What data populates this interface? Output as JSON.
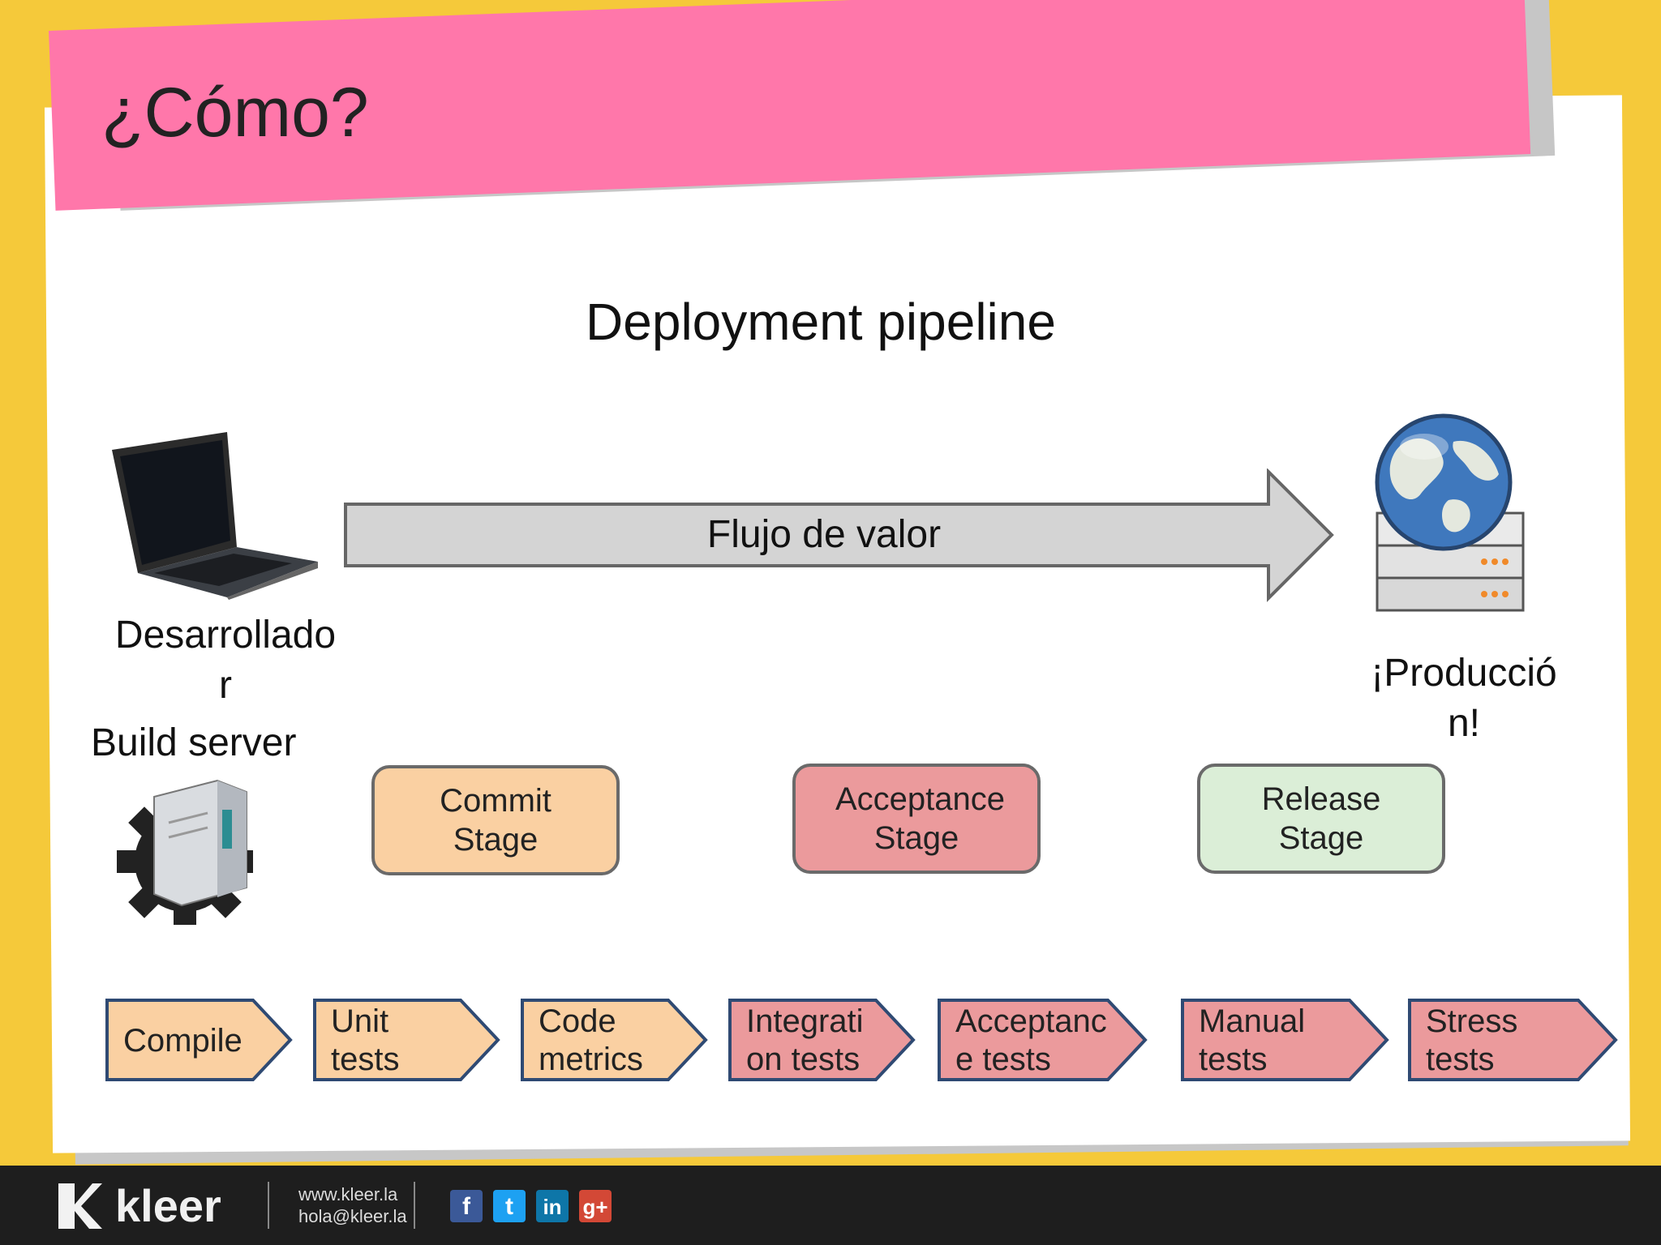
{
  "slide": {
    "title": "¿Cómo?",
    "subtitle": "Deployment pipeline"
  },
  "flow": {
    "label": "Flujo de valor"
  },
  "endpoints": {
    "developer": "Desarrollado\nr",
    "build_server": "Build server",
    "production": "¡Producció\nn!"
  },
  "stages": [
    {
      "label": "Commit\nStage",
      "color": "#fad0a2"
    },
    {
      "label": "Acceptance\nStage",
      "color": "#eb9a9c"
    },
    {
      "label": "Release\nStage",
      "color": "#dbeed7"
    }
  ],
  "steps": [
    {
      "label": "Compile",
      "color": "#fad0a2"
    },
    {
      "label": "Unit\ntests",
      "color": "#fad0a2"
    },
    {
      "label": "Code\nmetrics",
      "color": "#fad0a2"
    },
    {
      "label": "Integrati\non tests",
      "color": "#eb9a9c"
    },
    {
      "label": "Acceptanc\ne tests",
      "color": "#eb9a9c"
    },
    {
      "label": "Manual\ntests",
      "color": "#eb9a9c"
    },
    {
      "label": "Stress\ntests",
      "color": "#eb9a9c"
    }
  ],
  "footer": {
    "brand": "kleer",
    "website": "www.kleer.la",
    "email": "hola@kleer.la",
    "social": [
      {
        "icon": "facebook-icon",
        "glyph": "f",
        "color": "#3b5998"
      },
      {
        "icon": "twitter-icon",
        "glyph": "t",
        "color": "#1da1f2"
      },
      {
        "icon": "linkedin-icon",
        "glyph": "in",
        "color": "#0e76a8"
      },
      {
        "icon": "google-plus-icon",
        "glyph": "g+",
        "color": "#d34836"
      }
    ]
  }
}
